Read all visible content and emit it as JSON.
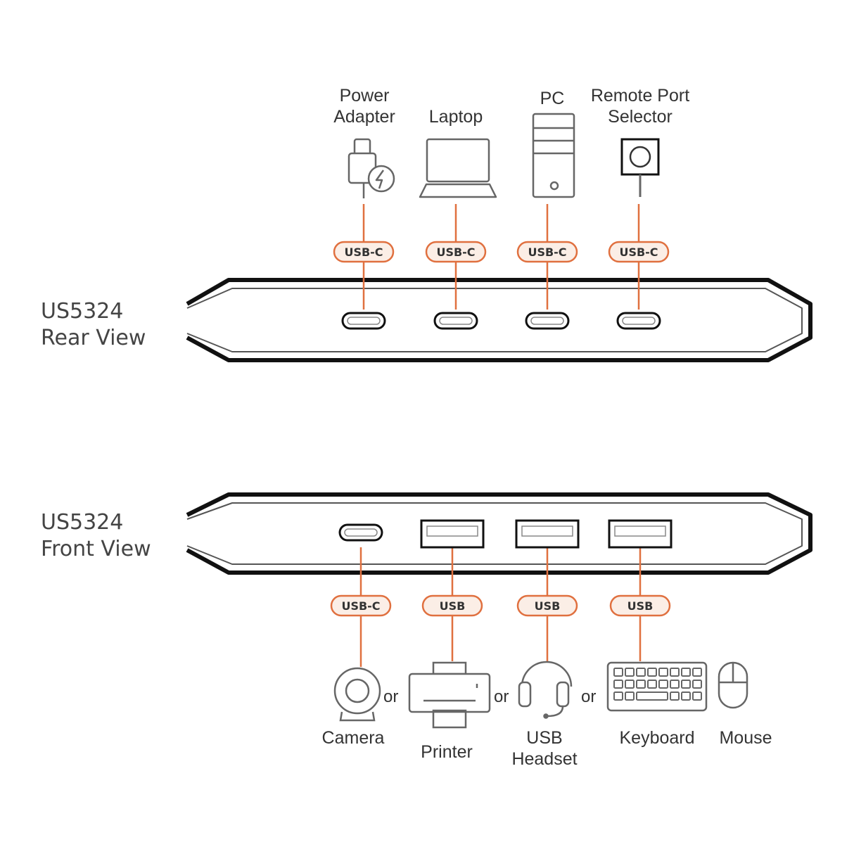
{
  "colors": {
    "accent": "#E0703F",
    "outline": "#111111",
    "icon": "#666666",
    "text": "#333333",
    "pill_fill": "#FBEEE6"
  },
  "rear": {
    "model": "US5324",
    "view": "Rear View",
    "ports": [
      {
        "connector": "USB-C",
        "device": [
          "Power",
          "Adapter"
        ],
        "icon": "power-adapter-icon"
      },
      {
        "connector": "USB-C",
        "device": [
          "Laptop"
        ],
        "icon": "laptop-icon"
      },
      {
        "connector": "USB-C",
        "device": [
          "PC"
        ],
        "icon": "pc-tower-icon"
      },
      {
        "connector": "USB-C",
        "device": [
          "Remote Port",
          "Selector"
        ],
        "icon": "remote-selector-icon"
      }
    ]
  },
  "front": {
    "model": "US5324",
    "view": "Front View",
    "ports": [
      {
        "connector": "USB-C",
        "port_type": "usb-c"
      },
      {
        "connector": "USB",
        "port_type": "usb-a"
      },
      {
        "connector": "USB",
        "port_type": "usb-a"
      },
      {
        "connector": "USB",
        "port_type": "usb-a"
      }
    ],
    "devices": [
      {
        "label": [
          "Camera"
        ],
        "icon": "camera-icon"
      },
      {
        "label": [
          "Printer"
        ],
        "icon": "printer-icon"
      },
      {
        "label": [
          "USB",
          "Headset"
        ],
        "icon": "headset-icon"
      },
      {
        "label": [
          "Keyboard"
        ],
        "icon": "keyboard-icon"
      },
      {
        "label": [
          "Mouse"
        ],
        "icon": "mouse-icon"
      }
    ],
    "or_label": "or"
  }
}
